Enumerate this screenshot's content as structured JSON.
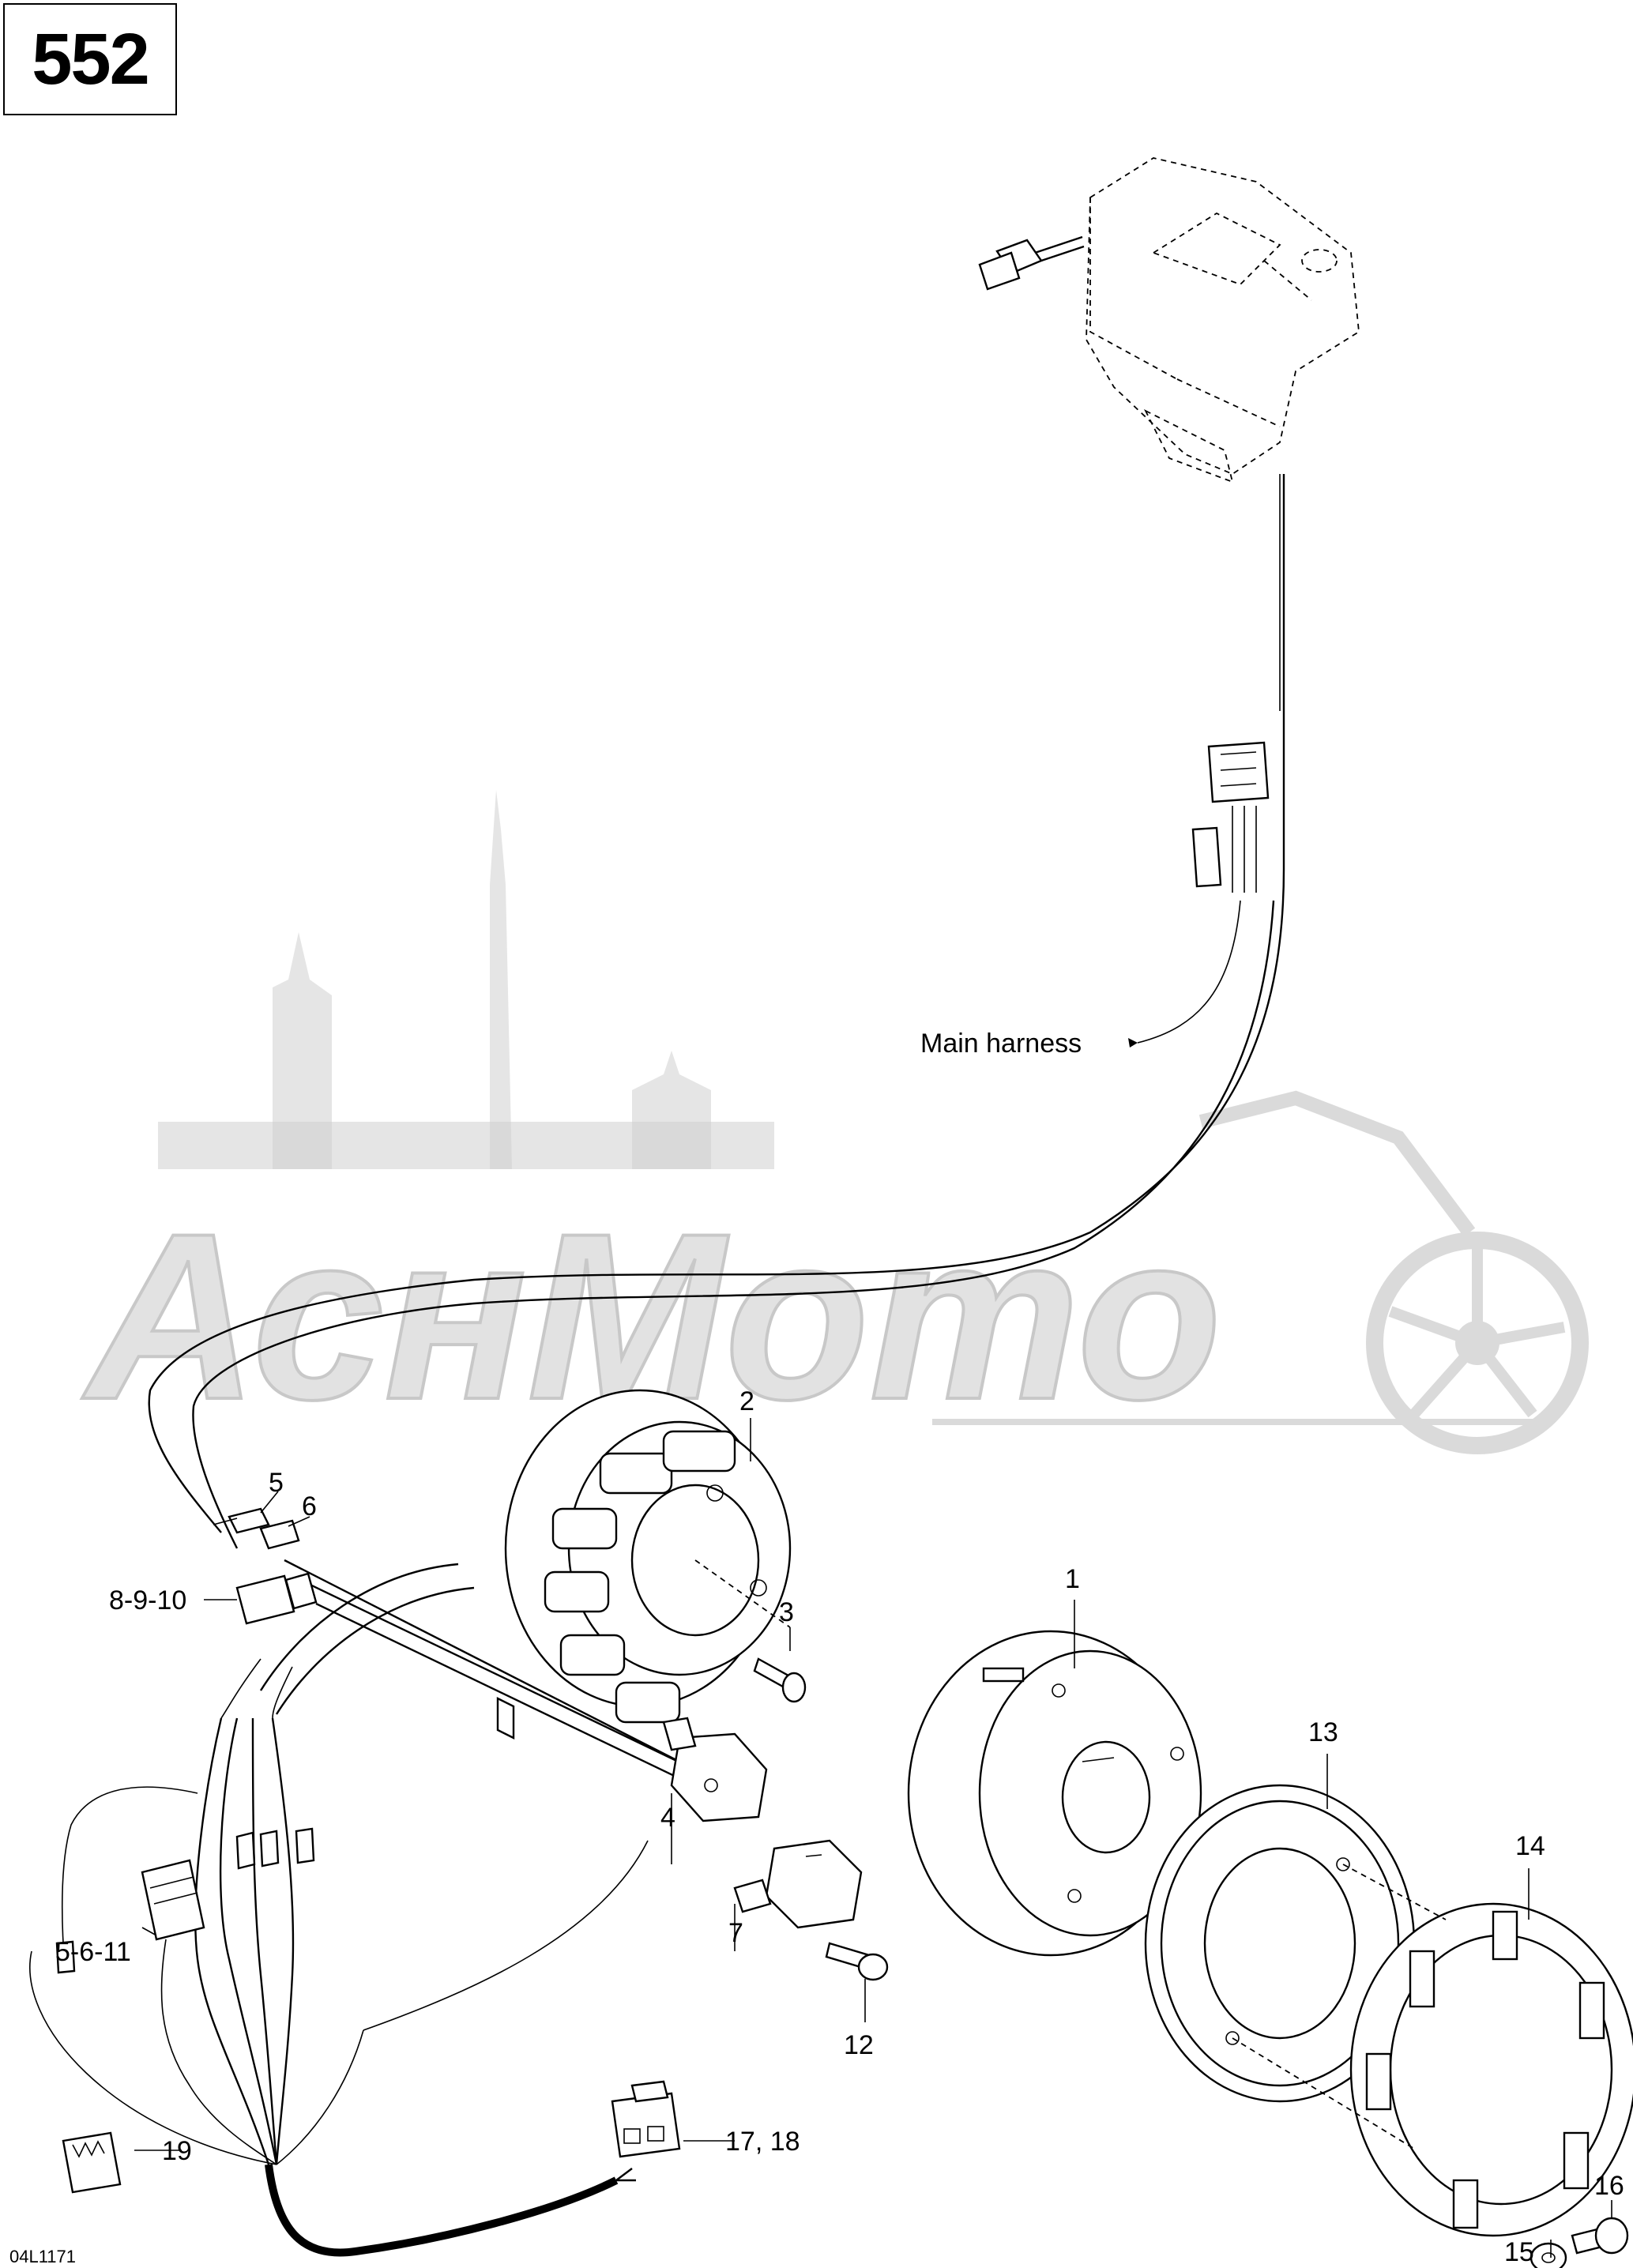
{
  "page_number": "552",
  "drawing_code": "04L1171",
  "watermark_text": "АснМото",
  "annotations": {
    "main_harness": "Main harness"
  },
  "callouts": [
    {
      "id": "c1",
      "label": "1"
    },
    {
      "id": "c2",
      "label": "2"
    },
    {
      "id": "c3",
      "label": "3"
    },
    {
      "id": "c4",
      "label": "4"
    },
    {
      "id": "c5",
      "label": "5"
    },
    {
      "id": "c6",
      "label": "6"
    },
    {
      "id": "c7",
      "label": "7"
    },
    {
      "id": "c8910",
      "label": "8-9-10"
    },
    {
      "id": "c12",
      "label": "12"
    },
    {
      "id": "c13",
      "label": "13"
    },
    {
      "id": "c14",
      "label": "14"
    },
    {
      "id": "c15",
      "label": "15"
    },
    {
      "id": "c16",
      "label": "16"
    },
    {
      "id": "c5611",
      "label": "5-6-11"
    },
    {
      "id": "c19",
      "label": "19"
    },
    {
      "id": "c1718",
      "label": "17, 18"
    }
  ]
}
